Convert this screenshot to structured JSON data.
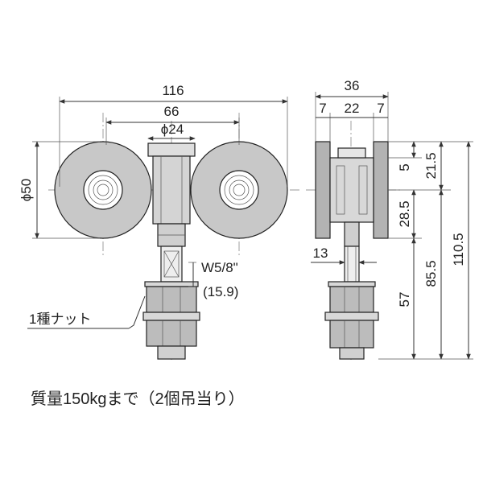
{
  "front_view": {
    "overall_width": "116",
    "wheel_span": "66",
    "hub_diameter": "ϕ24",
    "wheel_diameter": "ϕ50",
    "thread": "W5/8\"",
    "thread_mm": "(15.9)",
    "nut_label": "1種ナット"
  },
  "side_view": {
    "overall_width": "36",
    "segment_left": "7",
    "segment_mid": "22",
    "segment_right": "7",
    "shaft_width": "13",
    "dim_5": "5",
    "dim_21_5": "21.5",
    "dim_28_5": "28.5",
    "dim_57": "57",
    "dim_85_5": "85.5",
    "dim_110_5": "110.5"
  },
  "caption": "質量150kgまで（2個吊当り）",
  "colors": {
    "wheel_fill": "#c8c8c8",
    "wheel_dark": "#a9a9a9",
    "metal_light": "#dedede",
    "line": "#333333"
  }
}
